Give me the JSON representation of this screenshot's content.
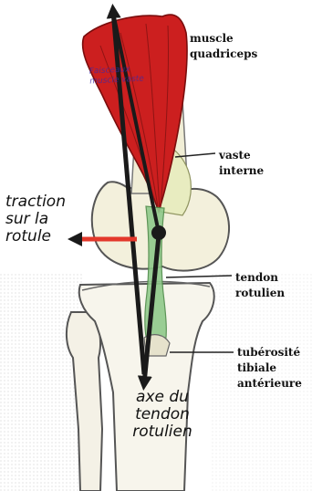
{
  "labels": {
    "muscle": [
      "muscle",
      "quadriceps"
    ],
    "vaste": [
      "vaste",
      "interne"
    ],
    "tendon": [
      "tendon",
      "rotulien"
    ],
    "tuberosite": [
      "tubérosité",
      "tibiale",
      "antérieure"
    ],
    "traction": [
      "traction",
      "sur la",
      "rotule"
    ],
    "axe": [
      "axe du",
      "tendon",
      "rotulien"
    ],
    "overlay": [
      "Faisceaux",
      "muscle vaste"
    ]
  },
  "colors": {
    "muscle": "#cc1f1f",
    "muscle_dark": "#7a0d0d",
    "vaste": "#e8ecc0",
    "bone": "#f4f1e6",
    "bone_stroke": "#555555",
    "tendon": "#8fc98a",
    "arrow": "#1a1a1a",
    "traction_arrow": "#e3382b"
  }
}
